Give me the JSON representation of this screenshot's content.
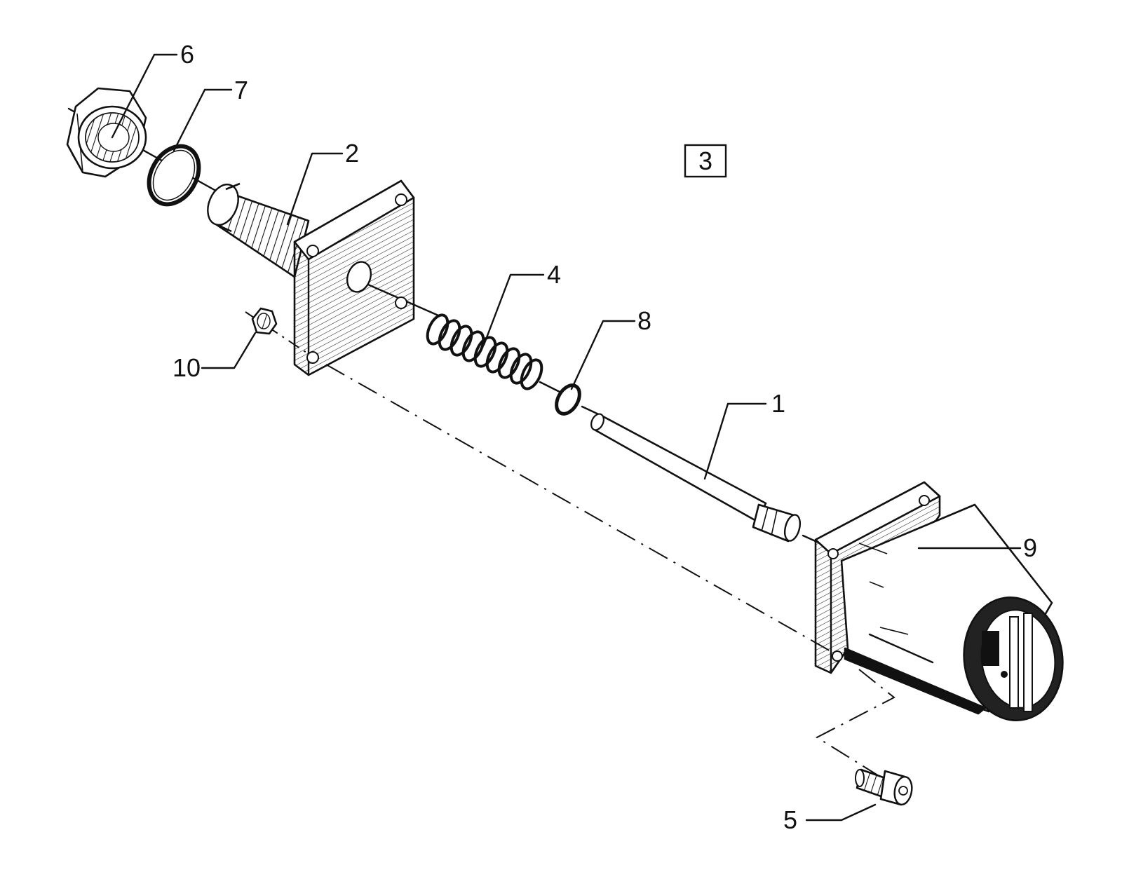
{
  "diagram": {
    "view_number": "3",
    "callouts": {
      "c1": "1",
      "c2": "2",
      "c4": "4",
      "c5": "5",
      "c6": "6",
      "c7": "7",
      "c8": "8",
      "c9": "9",
      "c10": "10"
    },
    "colors": {
      "ink": "#111111",
      "paper": "#ffffff"
    }
  }
}
